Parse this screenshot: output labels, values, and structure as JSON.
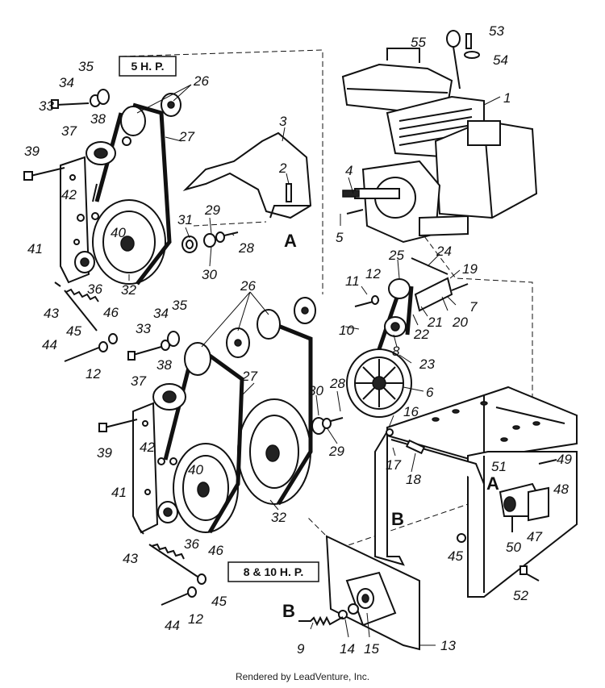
{
  "labels": {
    "box_5hp": "5 H. P.",
    "box_8_10hp": "8 & 10 H. P.",
    "footer": "Rendered by LeadVenture, Inc."
  },
  "letters": {
    "a1": "A",
    "a2": "A",
    "b1": "B",
    "b2": "B"
  },
  "callouts": {
    "c1": "1",
    "c2": "2",
    "c3": "3",
    "c4": "4",
    "c5": "5",
    "c6": "6",
    "c7": "7",
    "c8": "8",
    "c9": "9",
    "c10": "10",
    "c11": "11",
    "c12a": "12",
    "c12b": "12",
    "c12c": "12",
    "c13": "13",
    "c14": "14",
    "c15": "15",
    "c16": "16",
    "c17": "17",
    "c18": "18",
    "c19": "19",
    "c20": "20",
    "c21": "21",
    "c22": "22",
    "c23": "23",
    "c24": "24",
    "c25": "25",
    "c26a": "26",
    "c26b": "26",
    "c27a": "27",
    "c27b": "27",
    "c28a": "28",
    "c28b": "28",
    "c29a": "29",
    "c29b": "29",
    "c30a": "30",
    "c30b": "30",
    "c31": "31",
    "c32a": "32",
    "c32b": "32",
    "c33a": "33",
    "c33b": "33",
    "c34a": "34",
    "c34b": "34",
    "c35a": "35",
    "c35b": "35",
    "c36a": "36",
    "c36b": "36",
    "c37a": "37",
    "c37b": "37",
    "c38a": "38",
    "c38b": "38",
    "c39a": "39",
    "c39b": "39",
    "c40a": "40",
    "c40b": "40",
    "c41a": "41",
    "c41b": "41",
    "c42a": "42",
    "c42b": "42",
    "c43a": "43",
    "c43b": "43",
    "c44a": "44",
    "c44b": "44",
    "c45a": "45",
    "c45b": "45",
    "c45c": "45",
    "c46a": "46",
    "c46b": "46",
    "c47": "47",
    "c48": "48",
    "c49": "49",
    "c50": "50",
    "c51": "51",
    "c52": "52",
    "c53": "53",
    "c54": "54",
    "c55": "55"
  }
}
